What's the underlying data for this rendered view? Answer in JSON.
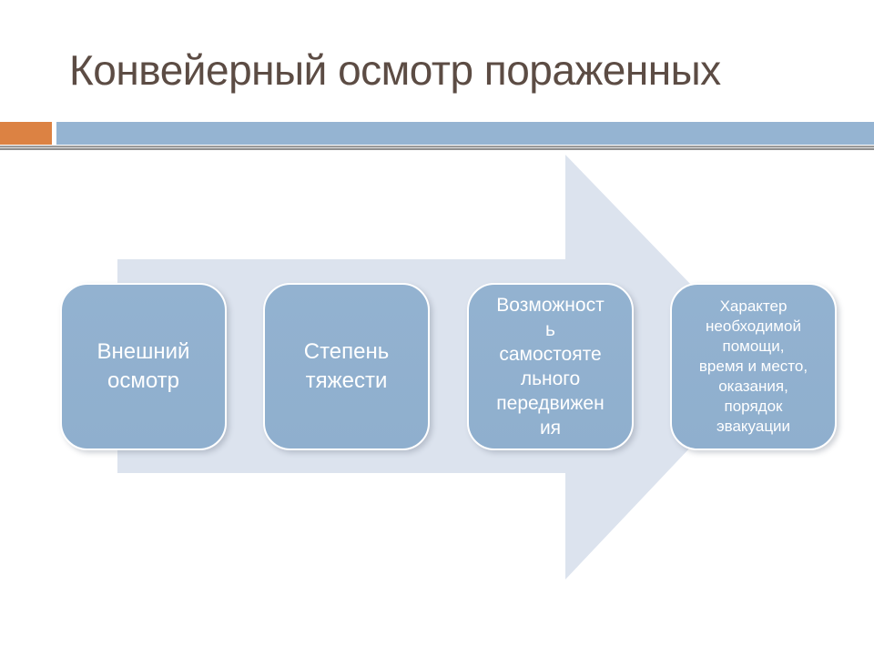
{
  "slide": {
    "title": "Конвейерный осмотр пораженных",
    "steps": [
      {
        "label": "Внешний\nосмотр"
      },
      {
        "label": "Степень\nтяжести"
      },
      {
        "label": "Возможност\nь\nсамостояте\nльного\nпередвижен\nия"
      },
      {
        "label": "Характер\nнеобходимой\nпомощи,\nвремя и место,\nоказания,\nпорядок\nэвакуации"
      }
    ],
    "colors": {
      "title_text": "#5C4C44",
      "accent_orange": "#DC8243",
      "accent_blue_bar": "#95B4D2",
      "divider_gray": "#8F8F8F",
      "arrow_fill": "#DCE3EE",
      "step_fill": "#8FAFCE",
      "step_text": "#FFFFFF"
    }
  }
}
